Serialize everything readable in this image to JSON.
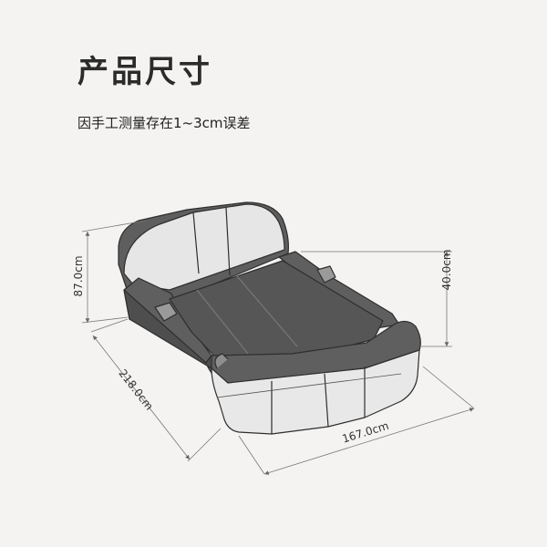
{
  "header": {
    "title": "产品尺寸",
    "subtitle": "因手工测量存在1~3cm误差"
  },
  "dimensions": {
    "height_total": "87.0cm",
    "length": "218.0cm",
    "width": "167.0cm",
    "rail_height": "40.0cm"
  },
  "colors": {
    "background": "#f4f3f1",
    "frame_dark": "#5f5f5f",
    "mattress": "#555555",
    "panel_light": "#e8e8e8",
    "dimension_line": "#777777"
  }
}
